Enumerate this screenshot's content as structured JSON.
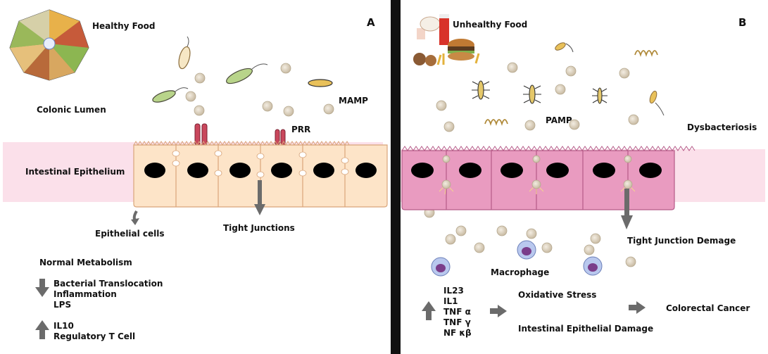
{
  "panel_a": {
    "letter": "A",
    "healthy_food": "Healthy Food",
    "colonic_lumen": "Colonic Lumen",
    "mamp": "MAMP",
    "prr": "PRR",
    "intestinal_epithelium": "Intestinal Epithelium",
    "epithelial_cells": "Epithelial cells",
    "tight_junctions": "Tight Junctions",
    "normal_metabolism": "Normal Metabolism",
    "decreased": [
      "Bacterial Translocation",
      "Inflammation",
      "LPS"
    ],
    "increased": [
      "IL10",
      "Regulatory T Cell"
    ]
  },
  "panel_b": {
    "letter": "B",
    "unhealthy_food": "Unhealthy Food",
    "pamp": "PAMP",
    "dysbacteriosis": "Dysbacteriosis",
    "tight_junction_damage": "Tight Junction Demage",
    "macrophage": "Macrophage",
    "cytokines": [
      "IL23",
      "IL1",
      "TNF α",
      "TNF γ",
      "NF κβ"
    ],
    "oxidative_stress": "Oxidative Stress",
    "epithelial_damage": "Intestinal Epithelial Damage",
    "colorectal_cancer": "Colorectal Cancer"
  },
  "colors": {
    "divider": "#111111",
    "band_pink": "#fbe0ea",
    "healthy_cell": "#fde4c8",
    "healthy_cell_stroke": "#d9a57a",
    "damaged_cell": "#e99bc0",
    "damaged_cell_stroke": "#b55b88",
    "nucleus": "#000000",
    "arrow_gray": "#6b6b6b",
    "bead": "#e3d8c4",
    "receptor": "#c9475c"
  }
}
